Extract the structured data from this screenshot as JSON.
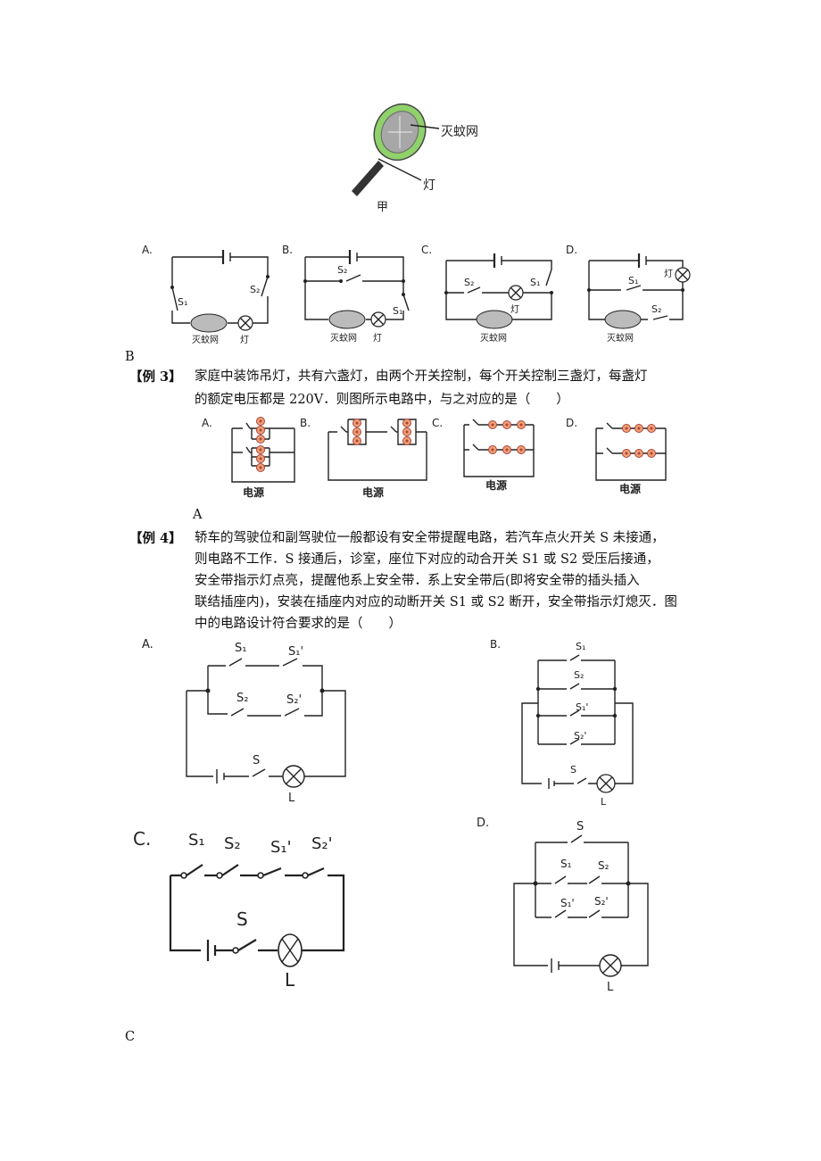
{
  "racket": {
    "mesh_label": "灭蚊网",
    "lamp_label": "灯",
    "figure_label": "甲"
  },
  "q_racket": {
    "options": {
      "A": {
        "letter": "A.",
        "s1": "S₁",
        "s2": "S₂",
        "mesh": "灭蚊网",
        "lamp": "灯"
      },
      "B": {
        "letter": "B.",
        "s1": "S₁",
        "s2": "S₂",
        "mesh": "灭蚊网",
        "lamp": "灯"
      },
      "C": {
        "letter": "C.",
        "s1": "S₁",
        "s2": "S₂",
        "mesh": "灭蚊网",
        "lamp": "灯"
      },
      "D": {
        "letter": "D.",
        "s1": "S₁",
        "s2": "S₂",
        "mesh": "灭蚊网",
        "lamp": "灯"
      }
    },
    "answer": "B"
  },
  "example3": {
    "tag": "【例 3】",
    "line1": "家庭中装饰吊灯，共有六盏灯，由两个开关控制，每个开关控制三盏灯，每盏灯",
    "line2": "的额定电压都是 220V．则图所示电路中，与之对应的是（　　）",
    "options": {
      "A": "A.",
      "B": "B.",
      "C": "C.",
      "D": "D."
    },
    "power_label": "电源",
    "answer": "A"
  },
  "example4": {
    "tag": "【例 4】",
    "line1": "轿车的驾驶位和副驾驶位一般都设有安全带提醒电路，若汽车点火开关 S 未接通，",
    "line2": "则电路不工作．S 接通后，诊室，座位下对应的动合开关 S1 或 S2 受压后接通，",
    "line3": "安全带指示灯点亮，提醒他系上安全带．系上安全带后(即将安全带的插头插入",
    "line4": "联结插座内)，安装在插座内对应的动断开关 S1 或 S2 断开，安全带指示灯熄灭．图",
    "line5": "中的电路设计符合要求的是（　　）",
    "options": {
      "A": "A.",
      "B": "B.",
      "C": "C.",
      "D": "D."
    },
    "sw": {
      "s": "S",
      "s1": "S₁",
      "s2": "S₂",
      "s1p": "S₁'",
      "s2p": "S₂'",
      "lamp": "L"
    },
    "answer": "C"
  }
}
